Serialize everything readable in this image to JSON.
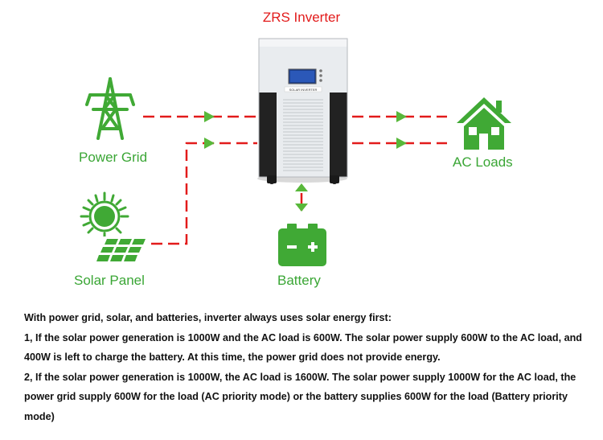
{
  "diagram": {
    "title": "ZRS Inverter",
    "inverter_badge": "SOLAR INVERTER",
    "labels": {
      "power_grid": "Power Grid",
      "solar_panel": "Solar Panel",
      "battery": "Battery",
      "ac_loads": "AC Loads"
    },
    "colors": {
      "title": "#e21b1b",
      "label": "#3aa635",
      "icon": "#40a935",
      "flow_line": "#e21b1b",
      "arrow": "#58b83a"
    },
    "icons": [
      "transmission-tower-icon",
      "sun-solar-panel-icon",
      "battery-icon",
      "house-icon"
    ]
  },
  "description": {
    "intro": "With power grid, solar, and batteries, inverter always uses solar energy first:",
    "case1": "1, If the solar power generation is 1000W and the AC load is 600W. The solar power supply 600W to the AC load, and 400W is left to charge the battery. At this time, the power grid does not provide energy.",
    "case2": "2, If the solar power generation is 1000W, the AC load is 1600W. The solar power supply 1000W for the AC load, the power grid supply 600W for the load (AC priority mode) or the battery supplies 600W for the load (Battery priority mode)"
  }
}
